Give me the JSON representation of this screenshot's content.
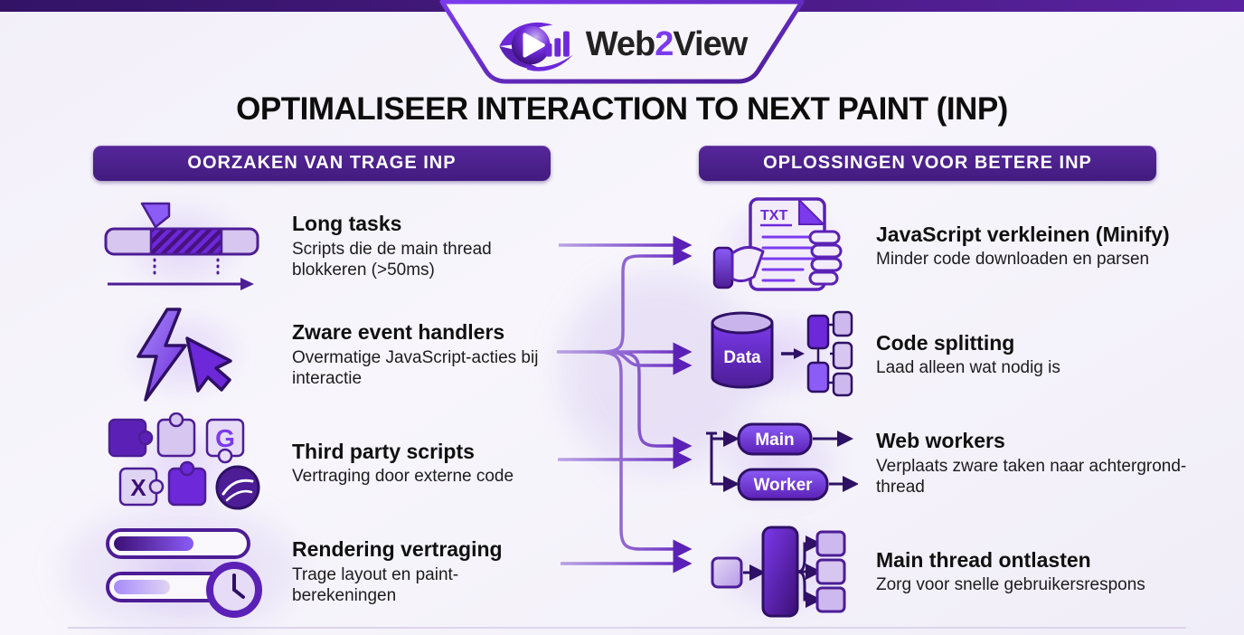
{
  "brand": {
    "prefix": "Web",
    "number": "2",
    "suffix": "View"
  },
  "title": "OPTIMALISEER INTERACTION TO NEXT PAINT (INP)",
  "causes": {
    "header": "OORZAKEN VAN TRAGE INP",
    "items": [
      {
        "title": "Long tasks",
        "description": "Scripts die de main thread blokkeren (>50ms)"
      },
      {
        "title": "Zware event handlers",
        "description": "Overmatige JavaScript-acties bij interactie"
      },
      {
        "title": "Third party scripts",
        "description": "Vertraging door externe code",
        "logo_letters": {
          "google": "G",
          "x": "X"
        }
      },
      {
        "title": "Rendering vertraging",
        "description": "Trage layout en paint-berekeningen"
      }
    ]
  },
  "solutions": {
    "header": "OPLOSSINGEN VOOR BETERE INP",
    "items": [
      {
        "title": "JavaScript verkleinen (Minify)",
        "description": "Minder code downloaden en parsen",
        "icon_label": "TXT"
      },
      {
        "title": "Code splitting",
        "description": "Laad alleen wat nodig is",
        "icon_label": "Data"
      },
      {
        "title": "Web workers",
        "description": "Verplaats zware taken naar achtergrond-thread",
        "icon_labels": {
          "main": "Main",
          "worker": "Worker"
        }
      },
      {
        "title": "Main thread ontlasten",
        "description": "Zorg voor snelle gebruikersrespons"
      }
    ]
  },
  "colors": {
    "accent": "#7c3aed",
    "accent_dark": "#4c1d95",
    "banner": "#45197d",
    "pill": "#4b2088",
    "text": "#141414",
    "background": "#f4f1fa",
    "arrow": "#5b21b6"
  }
}
